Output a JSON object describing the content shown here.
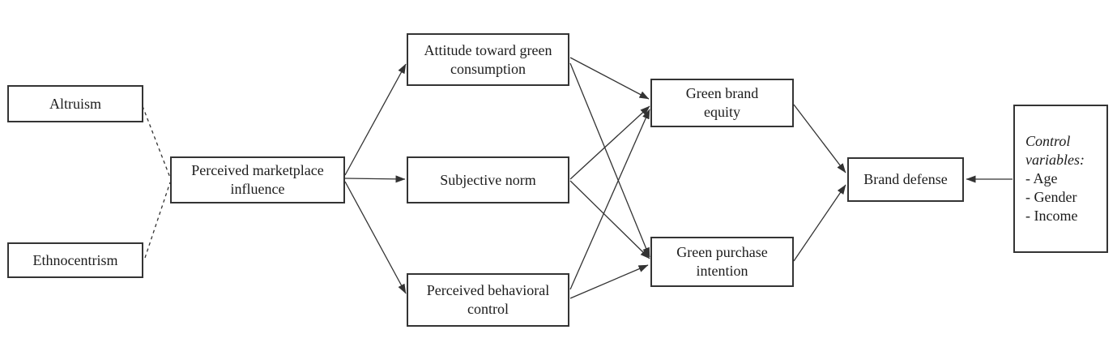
{
  "diagram": {
    "background_color": "#ffffff",
    "line_color": "#333333",
    "box_border_color": "#343434",
    "nodes": {
      "altruism": {
        "label": "Altruism"
      },
      "ethnocentrism": {
        "label": "Ethnocentrism"
      },
      "perceived_marketplace_influence": {
        "label": "Perceived marketplace\ninfluence"
      },
      "attitude_toward_green_consumption": {
        "label": "Attitude toward green\nconsumption"
      },
      "subjective_norm": {
        "label": "Subjective norm"
      },
      "perceived_behavioral_control": {
        "label": "Perceived behavioral\ncontrol"
      },
      "green_brand_equity": {
        "label": "Green brand\nequity"
      },
      "green_purchase_intention": {
        "label": "Green purchase\nintention"
      },
      "brand_defense": {
        "label": "Brand defense"
      },
      "control_variables": {
        "title": "Control variables:",
        "items": [
          "- Age",
          "- Gender",
          "- Income"
        ]
      }
    },
    "edges": [
      {
        "from": "altruism",
        "to": "perceived_marketplace_influence",
        "style": "dashed",
        "arrow": false,
        "points": [
          176,
          131,
          210,
          219
        ]
      },
      {
        "from": "ethnocentrism",
        "to": "perceived_marketplace_influence",
        "style": "dashed",
        "arrow": false,
        "points": [
          179,
          318,
          210,
          225
        ]
      },
      {
        "from": "perceived_marketplace_influence",
        "to": "attitude_toward_green_consumption",
        "style": "solid",
        "arrow": true,
        "points": [
          426,
          216,
          501,
          79
        ]
      },
      {
        "from": "perceived_marketplace_influence",
        "to": "subjective_norm",
        "style": "solid",
        "arrow": true,
        "points": [
          426,
          220,
          500,
          221
        ]
      },
      {
        "from": "perceived_marketplace_influence",
        "to": "perceived_behavioral_control",
        "style": "solid",
        "arrow": true,
        "points": [
          426,
          224,
          501,
          362
        ]
      },
      {
        "from": "attitude_toward_green_consumption",
        "to": "green_brand_equity",
        "style": "solid",
        "arrow": true,
        "points": [
          704,
          71,
          801,
          122
        ]
      },
      {
        "from": "attitude_toward_green_consumption",
        "to": "green_purchase_intention",
        "style": "solid",
        "arrow": true,
        "points": [
          704,
          78,
          802,
          317
        ]
      },
      {
        "from": "subjective_norm",
        "to": "green_brand_equity",
        "style": "solid",
        "arrow": true,
        "points": [
          704,
          221,
          802,
          131
        ]
      },
      {
        "from": "subjective_norm",
        "to": "green_purchase_intention",
        "style": "solid",
        "arrow": true,
        "points": [
          704,
          223,
          802,
          319
        ]
      },
      {
        "from": "perceived_behavioral_control",
        "to": "green_brand_equity",
        "style": "solid",
        "arrow": true,
        "points": [
          704,
          357,
          802,
          135
        ]
      },
      {
        "from": "perceived_behavioral_control",
        "to": "green_purchase_intention",
        "style": "solid",
        "arrow": true,
        "points": [
          704,
          368,
          800,
          327
        ]
      },
      {
        "from": "green_brand_equity",
        "to": "brand_defense",
        "style": "solid",
        "arrow": true,
        "points": [
          980,
          129,
          1044,
          213
        ]
      },
      {
        "from": "green_purchase_intention",
        "to": "brand_defense",
        "style": "solid",
        "arrow": true,
        "points": [
          980,
          322,
          1044,
          228
        ]
      },
      {
        "from": "control_variables",
        "to": "brand_defense",
        "style": "solid",
        "arrow": true,
        "points": [
          1250,
          221,
          1193,
          221
        ]
      }
    ]
  }
}
